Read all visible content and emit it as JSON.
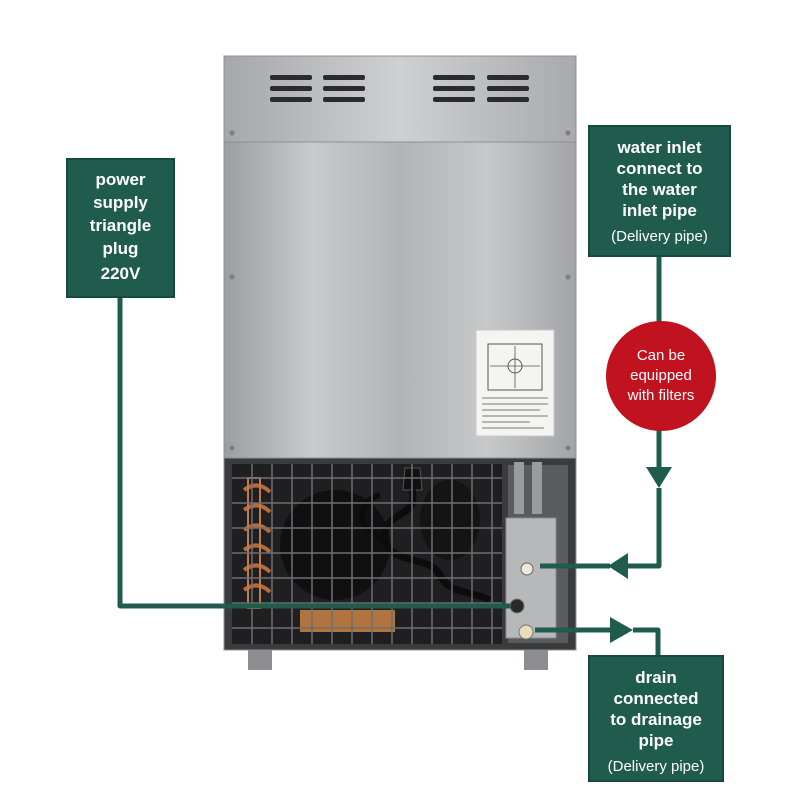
{
  "callouts": {
    "power": {
      "line1": "power",
      "line2": "supply",
      "line3": "triangle",
      "line4": "plug",
      "voltage": "220V"
    },
    "inlet": {
      "line1": "water inlet",
      "line2": "connect to",
      "line3": "the water",
      "line4": "inlet pipe",
      "note": "(Delivery pipe)"
    },
    "drain": {
      "line1": "drain",
      "line2": "connected",
      "line3": "to drainage",
      "line4": "pipe",
      "note": "(Delivery pipe)"
    }
  },
  "badge": {
    "text": "Can be equipped with filters"
  },
  "colors": {
    "callout_bg": "#1f5c4d",
    "connector": "#1f5c4d",
    "badge_bg": "#c1121f",
    "panel": "#b7b8ba"
  },
  "icons": {
    "arrow": "arrow-head-icon",
    "vent": "vent-slot-icon",
    "plug": "power-plug-icon"
  }
}
